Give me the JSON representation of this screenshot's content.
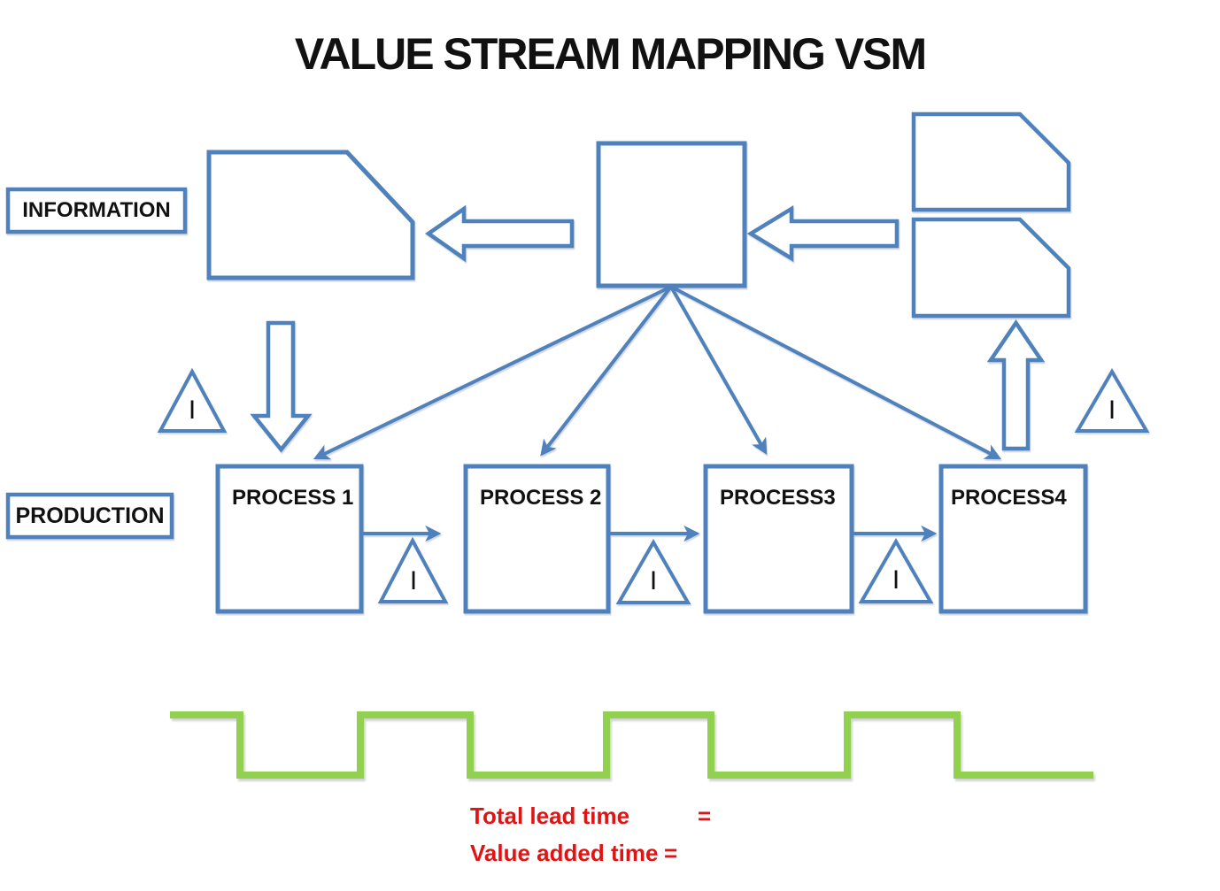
{
  "title": "VALUE STREAM MAPPING VSM",
  "sections": {
    "information_label": "INFORMATION",
    "production_label": "PRODUCTION"
  },
  "processes": [
    {
      "label": "PROCESS 1"
    },
    {
      "label": "PROCESS 2"
    },
    {
      "label": "PROCESS3"
    },
    {
      "label": "PROCESS4"
    }
  ],
  "inventory": {
    "symbol": "I"
  },
  "summary": {
    "lead_time": {
      "label": "Total lead time",
      "equals": "="
    },
    "value_added": {
      "label": "Value added time",
      "equals": "="
    }
  },
  "colors": {
    "diagram_blue": "#4F81BD",
    "timeline_green": "#92D050",
    "summary_red": "#E01414",
    "text_black": "#111111"
  }
}
